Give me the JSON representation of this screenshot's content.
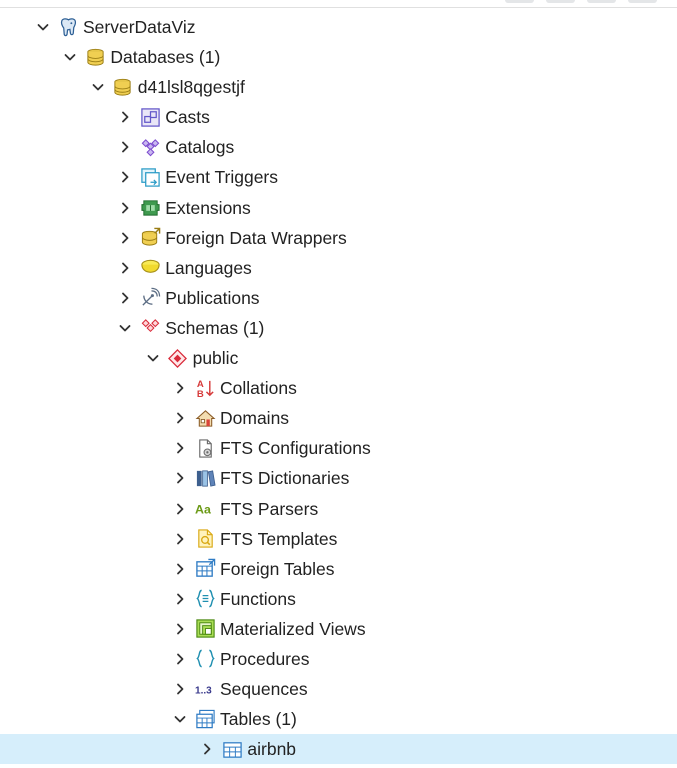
{
  "window": {
    "toolbar_buttons": 4
  },
  "tree": {
    "nodes": [
      {
        "label": "ServerDataViz",
        "level": 0,
        "expanded": true,
        "icon": "postgres-elephant-icon"
      },
      {
        "label": "Databases (1)",
        "level": 1,
        "expanded": true,
        "icon": "databases-icon"
      },
      {
        "label": "d41lsl8qgestjf",
        "level": 2,
        "expanded": true,
        "icon": "database-icon"
      },
      {
        "label": "Casts",
        "level": 3,
        "expanded": false,
        "icon": "casts-icon"
      },
      {
        "label": "Catalogs",
        "level": 3,
        "expanded": false,
        "icon": "catalogs-icon"
      },
      {
        "label": "Event Triggers",
        "level": 3,
        "expanded": false,
        "icon": "event-triggers-icon"
      },
      {
        "label": "Extensions",
        "level": 3,
        "expanded": false,
        "icon": "extensions-icon"
      },
      {
        "label": "Foreign Data Wrappers",
        "level": 3,
        "expanded": false,
        "icon": "foreign-data-wrappers-icon"
      },
      {
        "label": "Languages",
        "level": 3,
        "expanded": false,
        "icon": "languages-icon"
      },
      {
        "label": "Publications",
        "level": 3,
        "expanded": false,
        "icon": "publications-icon"
      },
      {
        "label": "Schemas (1)",
        "level": 3,
        "expanded": true,
        "icon": "schemas-icon"
      },
      {
        "label": "public",
        "level": 4,
        "expanded": true,
        "icon": "schema-icon"
      },
      {
        "label": "Collations",
        "level": 5,
        "expanded": false,
        "icon": "collations-icon"
      },
      {
        "label": "Domains",
        "level": 5,
        "expanded": false,
        "icon": "domains-icon"
      },
      {
        "label": "FTS Configurations",
        "level": 5,
        "expanded": false,
        "icon": "fts-configurations-icon"
      },
      {
        "label": "FTS Dictionaries",
        "level": 5,
        "expanded": false,
        "icon": "fts-dictionaries-icon"
      },
      {
        "label": "FTS Parsers",
        "level": 5,
        "expanded": false,
        "icon": "fts-parsers-icon"
      },
      {
        "label": "FTS Templates",
        "level": 5,
        "expanded": false,
        "icon": "fts-templates-icon"
      },
      {
        "label": "Foreign Tables",
        "level": 5,
        "expanded": false,
        "icon": "foreign-tables-icon"
      },
      {
        "label": "Functions",
        "level": 5,
        "expanded": false,
        "icon": "functions-icon"
      },
      {
        "label": "Materialized Views",
        "level": 5,
        "expanded": false,
        "icon": "materialized-views-icon"
      },
      {
        "label": "Procedures",
        "level": 5,
        "expanded": false,
        "icon": "procedures-icon"
      },
      {
        "label": "Sequences",
        "level": 5,
        "expanded": false,
        "icon": "sequences-icon"
      },
      {
        "label": "Tables (1)",
        "level": 5,
        "expanded": true,
        "icon": "tables-icon"
      },
      {
        "label": "airbnb",
        "level": 6,
        "expanded": false,
        "icon": "table-icon",
        "selected": true
      }
    ]
  },
  "colors": {
    "selection": "#d6eefb",
    "text": "#222222",
    "chevron": "#333333"
  }
}
